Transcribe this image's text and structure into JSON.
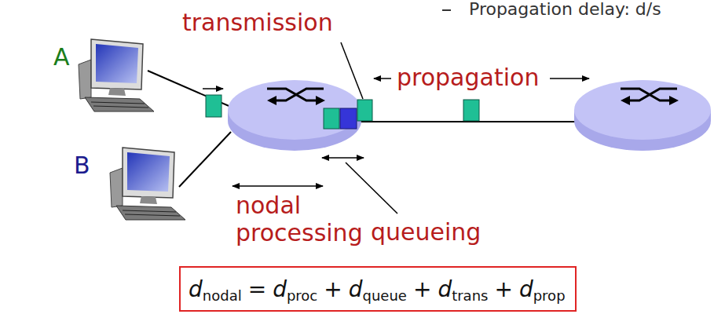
{
  "diagram": {
    "nodes": [
      {
        "text": [
          "d",
          "nodal",
          "=",
          "d",
          "proc",
          "+",
          "d",
          "queue",
          "+",
          "d",
          "trans",
          "+",
          "d",
          "prop"
        ]
      }
    ],
    "labels": [
      "Propagation delay: d/s",
      "A",
      "B",
      "transmission",
      "propagation",
      "nodal processing",
      "queueing"
    ]
  }
}
